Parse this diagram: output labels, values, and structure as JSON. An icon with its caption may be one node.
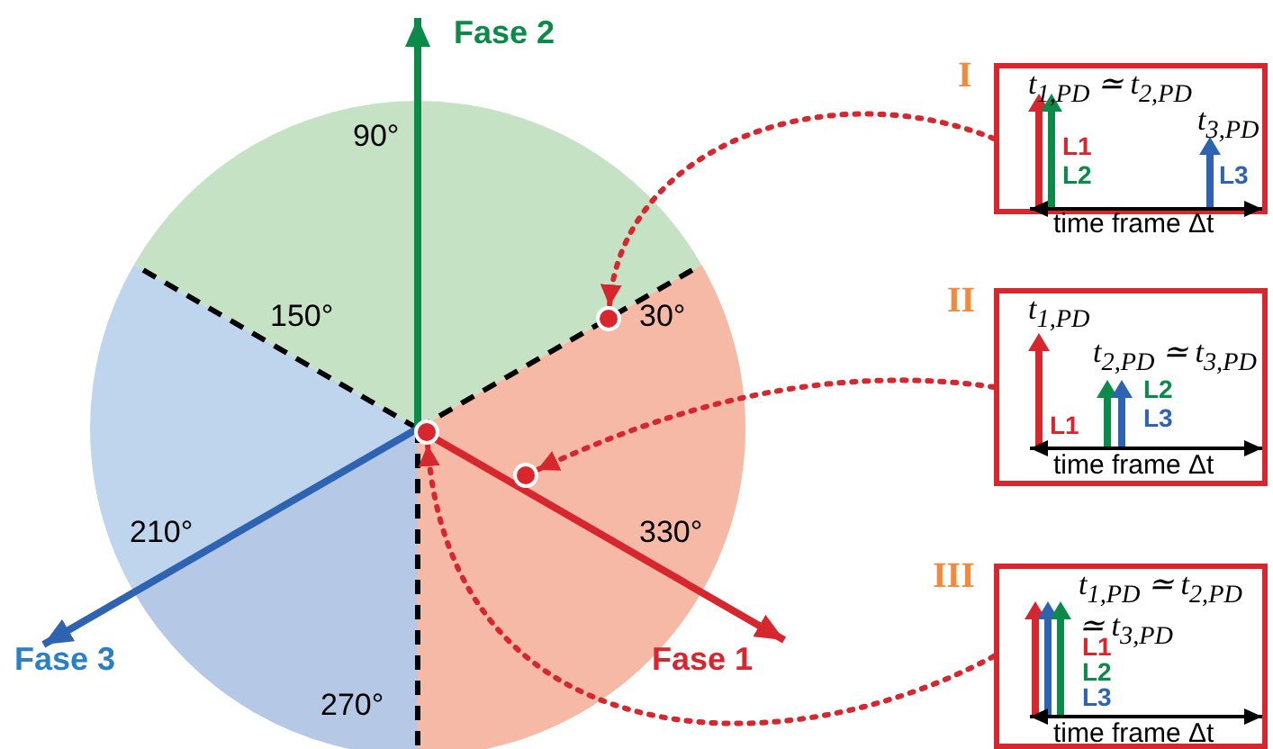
{
  "diagram": {
    "nodes": [
      {
        "text": [],
        "shape": "circle"
      },
      {
        "text": [],
        "shape": "circle"
      },
      {
        "text": [],
        "shape": "circle"
      },
      {
        "text": [
          "t$_{1,PD}$ ≃ t$_{2,PD}$",
          "t$_{3,PD}$",
          "L1",
          "L2",
          "L3",
          "time frame Δt"
        ],
        "beside": [
          "I"
        ]
      },
      {
        "text": [
          "t$_{1,PD}$",
          "t$_{2,PD}$ ≃ t$_{3,PD}$",
          "L1",
          "L2",
          "L3",
          "time frame Δt"
        ],
        "beside": [
          "II"
        ]
      },
      {
        "text": [
          "t$_{1,PD}$ ≃ t$_{2,PD}$ ≃ t$_{3,PD}$",
          "L1",
          "L2",
          "L3",
          "time frame Δt"
        ],
        "beside": [
          "III"
        ]
      }
    ],
    "edges": [
      {
        "from": 3,
        "to": 2,
        "arrow": "to",
        "style": "dashed"
      },
      {
        "from": 4,
        "to": 1,
        "arrow": "to",
        "style": "dashed"
      },
      {
        "from": 5,
        "to": 0,
        "arrow": "to",
        "style": "dashed"
      }
    ],
    "labels": [
      "Fase 2",
      "90°",
      "150°",
      "30°",
      "210°",
      "330°",
      "Fase 3",
      "270°",
      "Fase 1"
    ]
  }
}
